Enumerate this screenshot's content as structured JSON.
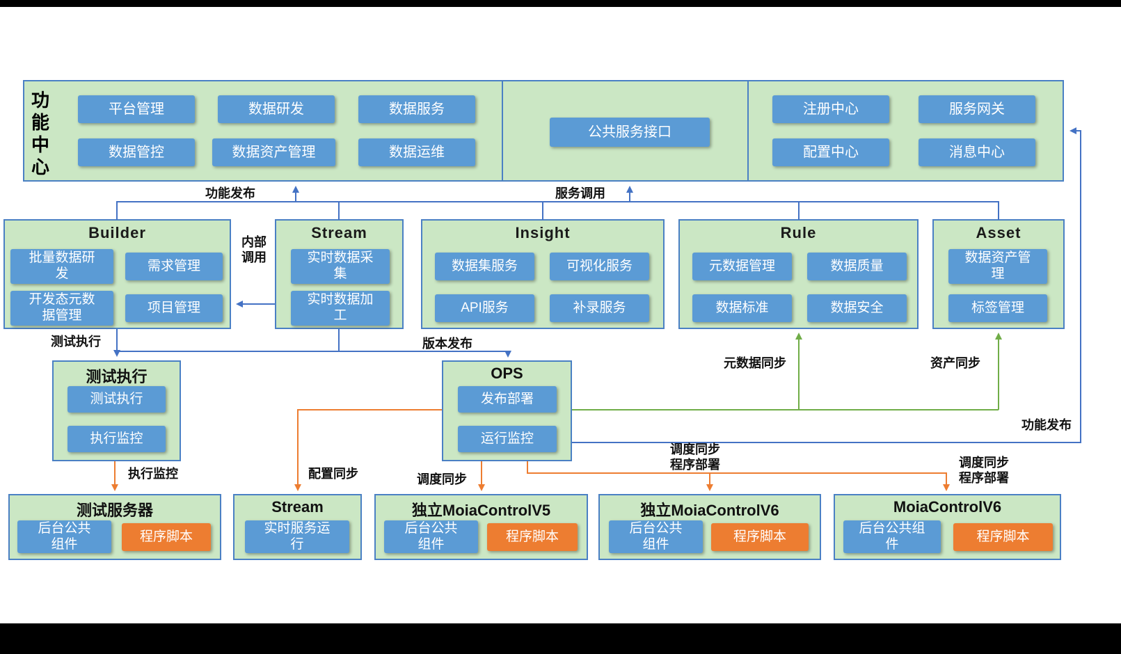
{
  "colors": {
    "box_green": "#cbe7c4",
    "node_blue": "#5b9bd5",
    "node_orange": "#ed7d31",
    "arrow_blue": "#4472c4",
    "arrow_orange": "#ed7d31",
    "arrow_green": "#70ad47"
  },
  "function_center": {
    "title": "功能中心",
    "platform_buttons": [
      "平台管理",
      "数据研发",
      "数据服务",
      "数据管控",
      "数据资产管理",
      "数据运维"
    ],
    "public_api": "公共服务接口",
    "service_buttons": [
      "注册中心",
      "服务网关",
      "配置中心",
      "消息中心"
    ]
  },
  "modules": {
    "builder": {
      "title": "Builder",
      "items": [
        "批量数据研发",
        "需求管理",
        "开发态元数据管理",
        "项目管理"
      ]
    },
    "stream": {
      "title": "Stream",
      "items": [
        "实时数据采集",
        "实时数据加工"
      ]
    },
    "insight": {
      "title": "Insight",
      "items": [
        "数据集服务",
        "可视化服务",
        "API服务",
        "补录服务"
      ]
    },
    "rule": {
      "title": "Rule",
      "items": [
        "元数据管理",
        "数据质量",
        "数据标准",
        "数据安全"
      ]
    },
    "asset": {
      "title": "Asset",
      "items": [
        "数据资产管理",
        "标签管理"
      ]
    }
  },
  "test_exec": {
    "title": "测试执行",
    "items": [
      "测试执行",
      "执行监控"
    ]
  },
  "ops": {
    "title": "OPS",
    "items": [
      "发布部署",
      "运行监控"
    ]
  },
  "servers": {
    "test_server": {
      "title": "测试服务器",
      "component": "后台公共组件",
      "script": "程序脚本"
    },
    "stream_runtime": {
      "title": "Stream",
      "service": "实时服务运行"
    },
    "moia_v5": {
      "title": "独立MoiaControlV5",
      "component": "后台公共组件",
      "script": "程序脚本"
    },
    "moia_v6_standalone": {
      "title": "独立MoiaControlV6",
      "component": "后台公共组件",
      "script": "程序脚本"
    },
    "moia_v6": {
      "title": "MoiaControlV6",
      "component": "后台公共组件",
      "script": "程序脚本"
    }
  },
  "edge_labels": {
    "function_publish": "功能发布",
    "service_call": "服务调用",
    "internal_call": "内部\n调用",
    "test_execute": "测试执行",
    "version_publish": "版本发布",
    "metadata_sync": "元数据同步",
    "asset_sync": "资产同步",
    "function_publish_right": "功能发布",
    "execute_monitor": "执行监控",
    "config_sync": "配置同步",
    "schedule_sync": "调度同步",
    "schedule_deploy_mid": "调度同步\n程序部署",
    "schedule_deploy_right": "调度同步\n程序部署"
  }
}
